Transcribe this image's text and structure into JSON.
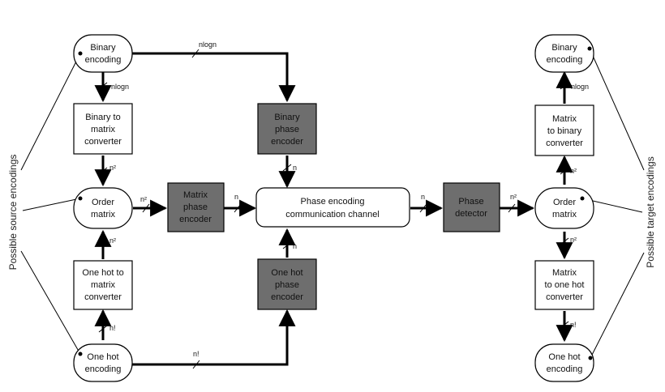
{
  "source_label": "Possible source encodings",
  "target_label": "Possible target encodings",
  "nodes": {
    "src_binary": [
      "Binary",
      "encoding"
    ],
    "bin_to_matrix": [
      "Binary to",
      "matrix",
      "converter"
    ],
    "src_order": [
      "Order",
      "matrix"
    ],
    "onehot_to_matrix": [
      "One hot to",
      "matrix",
      "converter"
    ],
    "src_onehot": [
      "One hot",
      "encoding"
    ],
    "matrix_phase": [
      "Matrix",
      "phase",
      "encoder"
    ],
    "binary_phase": [
      "Binary",
      "phase",
      "encoder"
    ],
    "channel": [
      "Phase encoding",
      "communication channel"
    ],
    "onehot_phase": [
      "One hot",
      "phase",
      "encoder"
    ],
    "detector": [
      "Phase",
      "detector"
    ],
    "tgt_binary": [
      "Binary",
      "encoding"
    ],
    "matrix_to_binary": [
      "Matrix",
      "to binary",
      "converter"
    ],
    "tgt_order": [
      "Order",
      "matrix"
    ],
    "matrix_to_onehot": [
      "Matrix",
      "to one hot",
      "converter"
    ],
    "tgt_onehot": [
      "One hot",
      "encoding"
    ]
  },
  "edge_labels": {
    "nlogn": "nlogn",
    "n2": "n²",
    "n": "n",
    "nfact": "n!"
  },
  "colors": {
    "dark_box": "#6e6e6e",
    "line": "#000000"
  }
}
